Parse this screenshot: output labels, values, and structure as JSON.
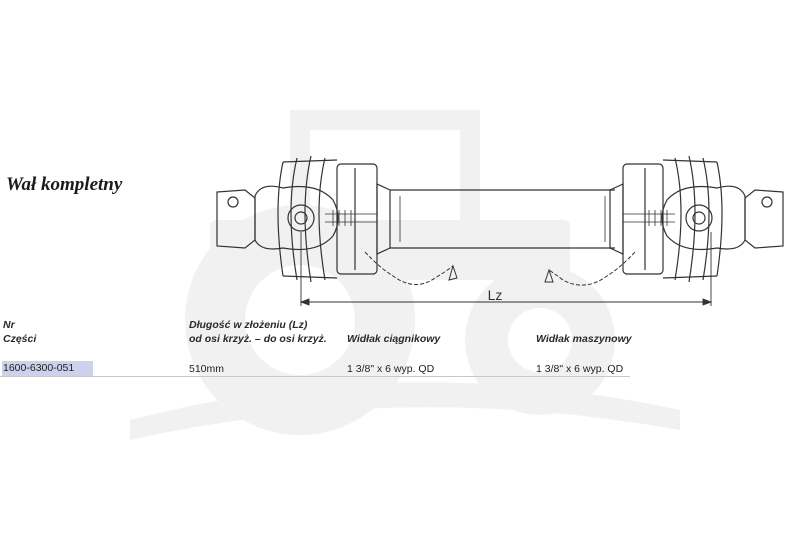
{
  "title": "Wał kompletny",
  "drawing": {
    "dimension_label": "Lz"
  },
  "table": {
    "headers": {
      "part_no": [
        "Nr",
        "Części"
      ],
      "length": [
        "Długość w złożeniu (Lz)",
        "od osi krzyż. – do osi krzyż."
      ],
      "tractor_yoke": [
        "Widłak ciągnikowy"
      ],
      "machine_yoke": [
        "Widłak maszynowy"
      ]
    },
    "rows": [
      {
        "part_no": "1600-6300-051",
        "length": "510mm",
        "tractor_yoke": "1 3/8\" x 6 wyp. QD",
        "machine_yoke": "1 3/8\" x 6 wyp. QD"
      }
    ]
  },
  "colors": {
    "highlight": "#cfd0ec",
    "watermark": "#f1f1f1",
    "line_art": "#333333"
  }
}
